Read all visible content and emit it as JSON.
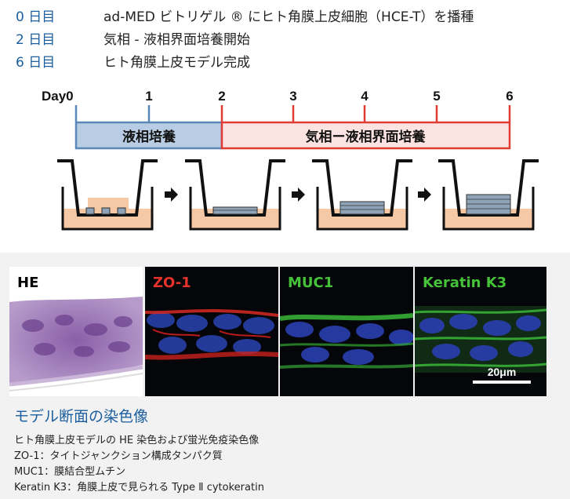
{
  "steps": [
    {
      "day": "0 日目",
      "text": "ad-MED ビトリゲル ® にヒト角膜上皮細胞（HCE-T）を播種"
    },
    {
      "day": "2 日目",
      "text": "気相 - 液相界面培養開始"
    },
    {
      "day": "6 日目",
      "text": "ヒト角膜上皮モデル完成"
    }
  ],
  "timeline": {
    "ticks": [
      "Day0",
      "1",
      "2",
      "3",
      "4",
      "5",
      "6"
    ],
    "phase_liquid": "液相培養",
    "phase_air": "気相ー液相界面培養",
    "colors": {
      "liquid_fill": "#b8cde3",
      "liquid_stroke": "#5b87b8",
      "air_fill": "#fbe3e1",
      "air_stroke": "#e03c33",
      "medium": "#f6c9a6"
    }
  },
  "panels": [
    {
      "label": "HE",
      "label_color": "#000000"
    },
    {
      "label": "ZO-1",
      "label_color": "#e8322c"
    },
    {
      "label": "MUC1",
      "label_color": "#46c23a"
    },
    {
      "label": "Keratin K3",
      "label_color": "#46c23a"
    }
  ],
  "scale": "20μm",
  "caption": {
    "title": "モデル断面の染色像",
    "lines": [
      "ヒト角膜上皮モデルの HE 染色および蛍光免疫染色像",
      "ZO-1：タイトジャンクション構成タンパク質",
      "MUC1：膜結合型ムチン",
      "Keratin K3：角膜上皮で見られる Type Ⅱ cytokeratin"
    ]
  }
}
